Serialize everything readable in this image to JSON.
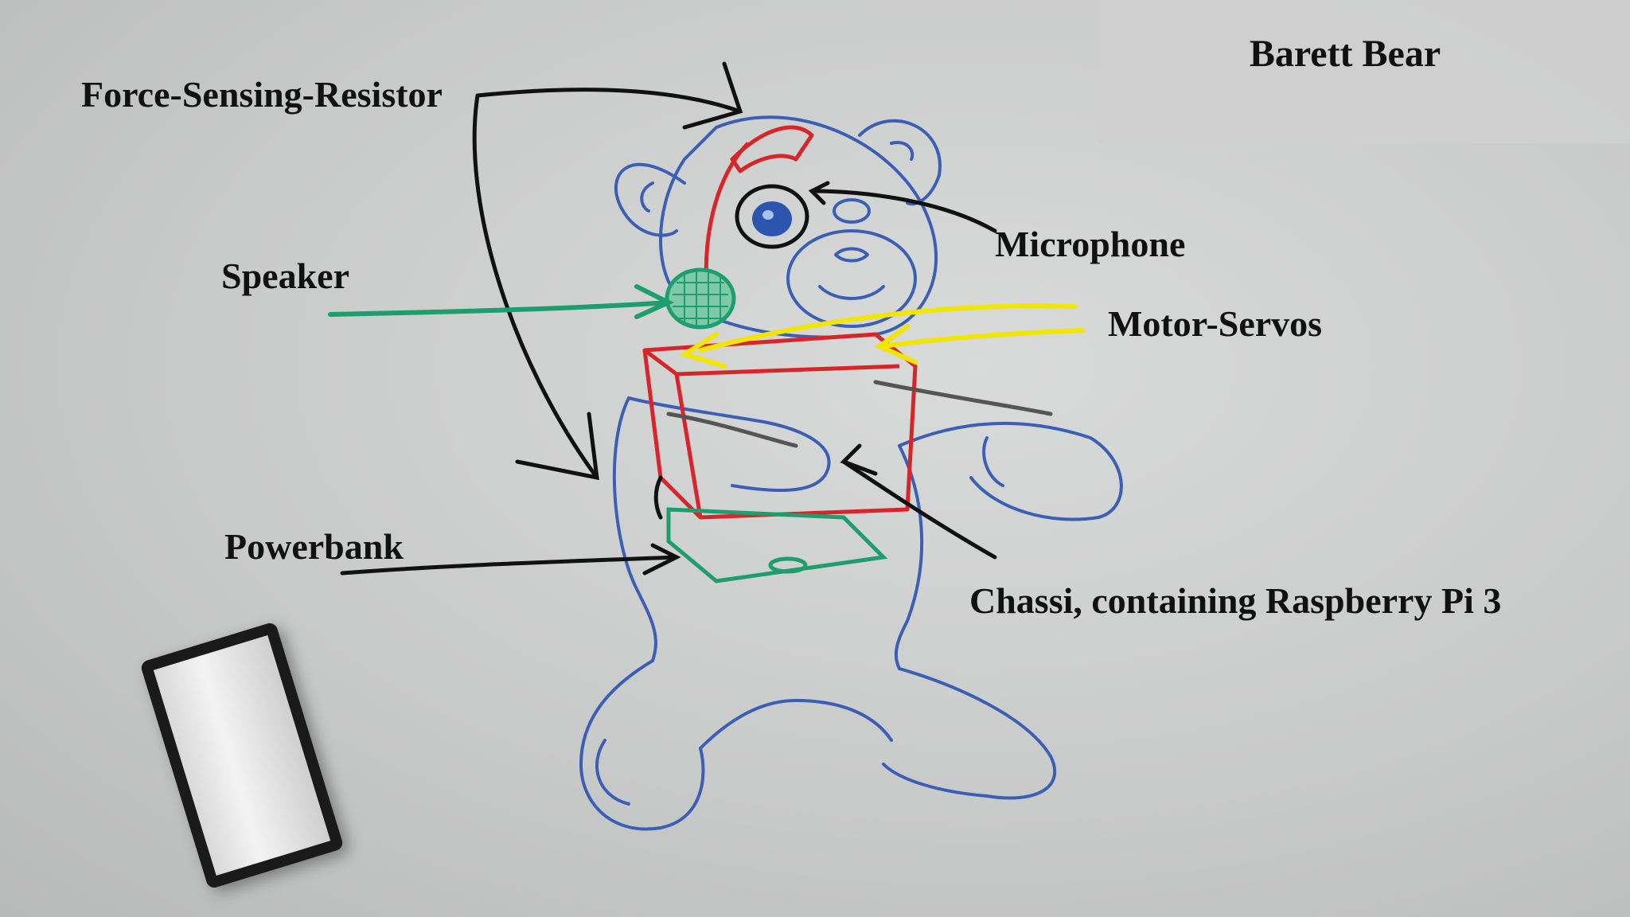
{
  "title": "Barett Bear",
  "labels": {
    "force_sensing_resistor": "Force-Sensing-Resistor",
    "speaker": "Speaker",
    "microphone": "Microphone",
    "motor_servos": "Motor-Servos",
    "powerbank": "Powerbank",
    "chassis": "Chassi, containing Raspberry Pi 3"
  },
  "colors": {
    "bear_outline": "#3b5fb5",
    "fsr_and_chassis": "#d8252a",
    "speaker_and_powerbank": "#1e9e6e",
    "servos": "#f2e600",
    "arrows": "#111111"
  }
}
